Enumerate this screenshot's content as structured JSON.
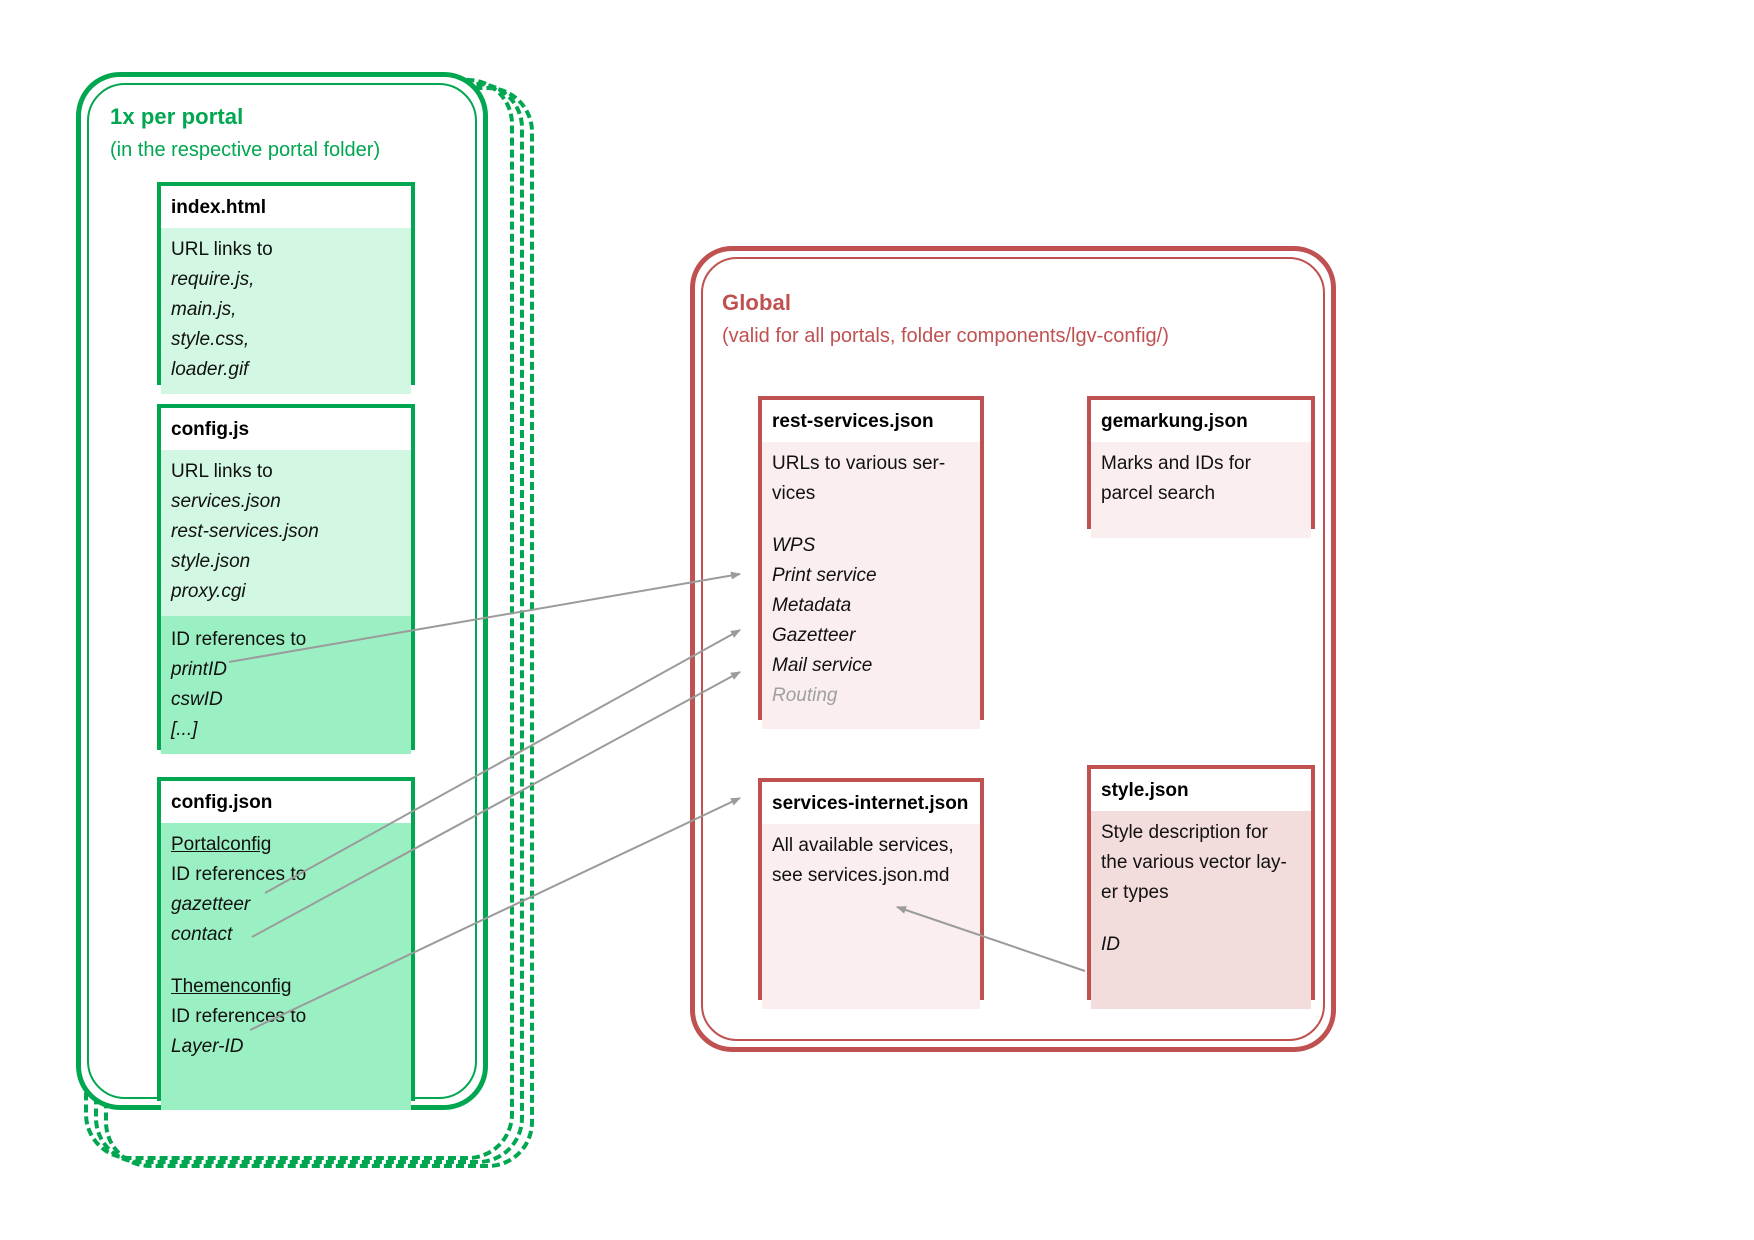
{
  "portal_panel": {
    "title": "1x per portal",
    "subtitle": "(in the respective portal folder)",
    "color": "#00A650",
    "stack_count": 4
  },
  "global_panel": {
    "title": "Global",
    "subtitle": "(valid for all portals, folder components/lgv-config/)",
    "color": "#BF5151"
  },
  "boxes": {
    "index_html": {
      "title": "index.html",
      "lead": "URL links to",
      "items": [
        "require.js,",
        "main.js,",
        "style.css,",
        "loader.gif"
      ]
    },
    "config_js": {
      "title": "config.js",
      "lead": "URL links to",
      "items": [
        "services.json",
        "rest-services.json",
        "style.json",
        "proxy.cgi"
      ],
      "lead2": "ID references to",
      "items2": [
        "printID",
        "cswID",
        "[...]"
      ]
    },
    "config_json": {
      "title": "config.json",
      "section1": "Portalconfig",
      "lead1": "ID references to",
      "items1": [
        "gazetteer",
        "contact"
      ],
      "section2": "Themenconfig",
      "lead2": "ID references to",
      "items2": [
        "Layer-ID"
      ]
    },
    "rest_services_json": {
      "title": "rest-services.json",
      "lead": "URLs to various ser-",
      "lead_cont": "vices",
      "items": [
        "WPS",
        "Print service",
        "Metadata",
        "Gazetteer",
        "Mail service"
      ],
      "muted_items": [
        "Routing"
      ]
    },
    "gemarkung_json": {
      "title": "gemarkung.json",
      "lines": [
        "Marks and IDs for",
        "parcel search"
      ]
    },
    "services_internet_json": {
      "title": "services-internet.json",
      "lines": [
        "All available services,",
        "see services.json.md"
      ]
    },
    "style_json": {
      "title": "style.json",
      "lines": [
        "Style description for",
        "the various vector lay-",
        "er types"
      ],
      "items": [
        "ID"
      ]
    }
  },
  "arrows": {
    "color": "#9B9B9B",
    "connections": [
      {
        "name": "printid-to-rest-services",
        "from": "config.js printID",
        "to": "rest-services.json"
      },
      {
        "name": "gazetteer-to-rest-services",
        "from": "config.json gazetteer",
        "to": "rest-services.json"
      },
      {
        "name": "contact-to-rest-services",
        "from": "config.json contact",
        "to": "rest-services.json"
      },
      {
        "name": "layerid-to-services-internet",
        "from": "config.json Layer-ID",
        "to": "services-internet.json"
      },
      {
        "name": "styleid-to-services-internet",
        "from": "style.json ID",
        "to": "services-internet.json"
      }
    ]
  }
}
